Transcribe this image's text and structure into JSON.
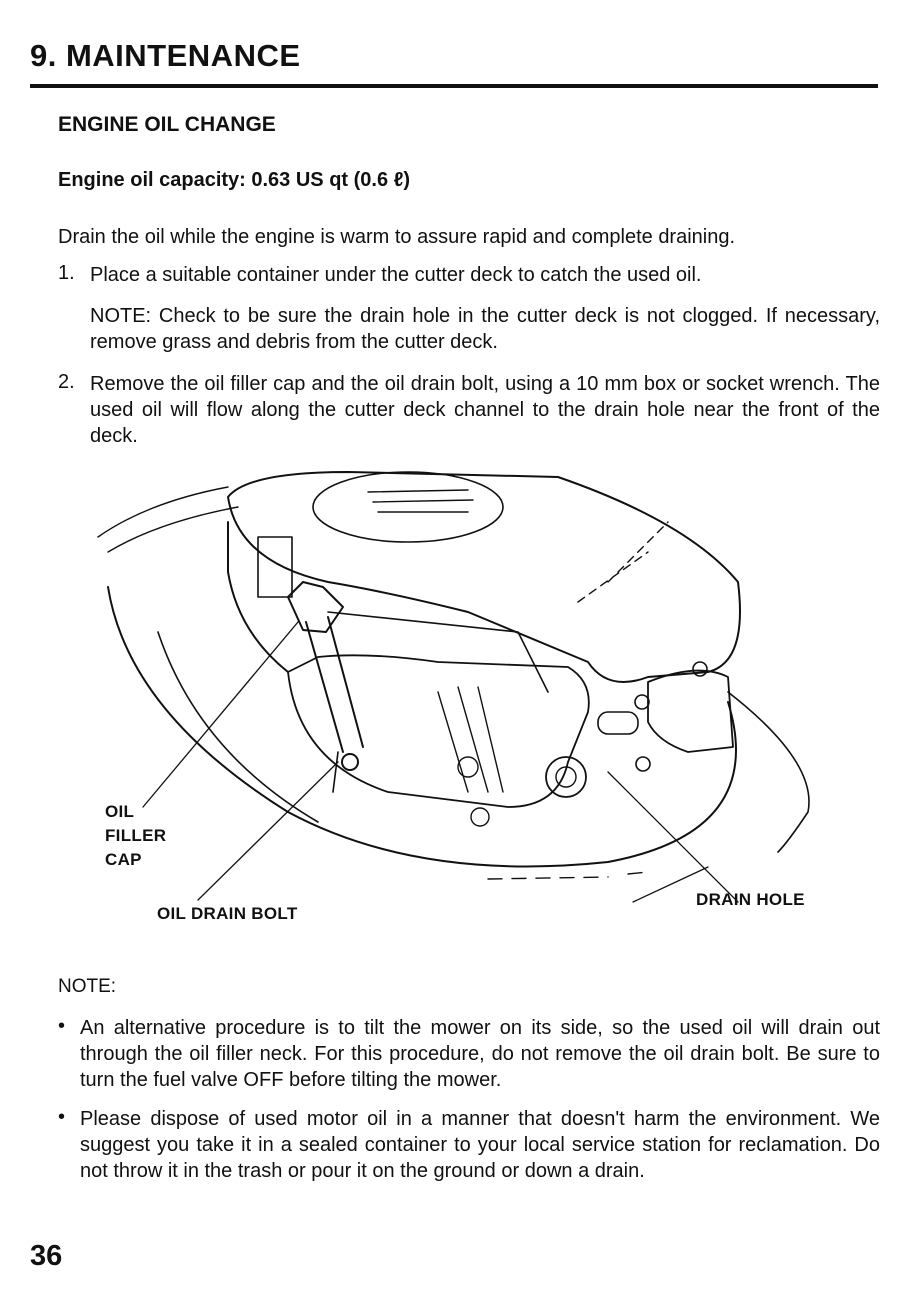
{
  "header": {
    "chapter_title": "9. MAINTENANCE",
    "section_heading": "ENGINE OIL CHANGE",
    "capacity": "Engine oil capacity: 0.63 US qt (0.6 ℓ)"
  },
  "content": {
    "intro": "Drain the oil while the engine is warm to assure rapid and complete draining.",
    "steps": [
      {
        "number": "1.",
        "text": "Place a suitable container under the cutter deck to catch the used oil.",
        "note": "NOTE: Check to be sure the drain hole in the cutter deck is not clogged. If necessary, remove grass and debris from the cutter deck."
      },
      {
        "number": "2.",
        "text": "Remove the oil filler cap and the oil drain bolt, using a 10 mm box or socket wrench. The used oil will flow along the cutter deck channel to the drain hole near the front of the deck."
      }
    ]
  },
  "figure": {
    "labels": {
      "oil_filler_cap": [
        "OIL",
        "FILLER",
        "CAP"
      ],
      "oil_drain_bolt": "OIL DRAIN BOLT",
      "drain_hole": "DRAIN HOLE"
    }
  },
  "notes": {
    "heading": "NOTE:",
    "bullet_symbol": "•",
    "items": [
      "An alternative procedure is to tilt the mower on its side, so the used oil will drain out through the oil filler neck. For this procedure, do not remove the oil drain bolt. Be sure to turn the fuel valve OFF before tilting the mower.",
      "Please dispose of used motor oil in a manner that doesn't harm the environment. We suggest you take it in a sealed container to your local service station for reclamation. Do not throw it in the trash or pour it on the ground or down a drain."
    ]
  },
  "footer": {
    "page_number": "36"
  }
}
